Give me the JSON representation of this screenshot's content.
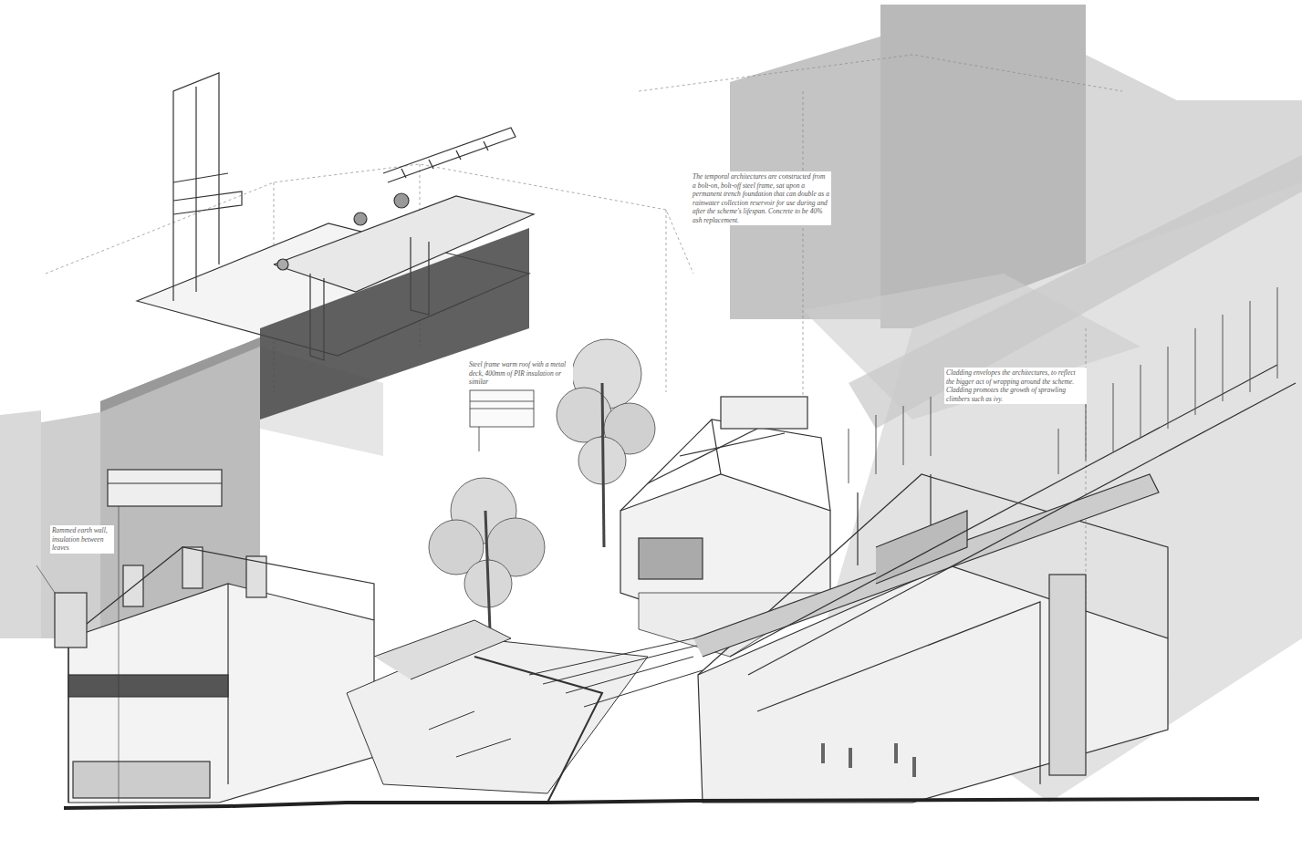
{
  "diagram": {
    "labels": [
      "The temporal architectures are constructed from a bolt-on, bolt-off steel frame, sat upon a permanent trench foundation that can double as a rainwater collection reservoir for use during and after the scheme's lifespan. Concrete to be 40% ash replacement.",
      "Steel frame warm roof with a metal deck, 400mm of PIR insulation or similar",
      "Rammed earth wall, insulation between leaves",
      "Cladding envelopes the architectures, to reflect the bigger act of wrapping around the scheme. Cladding promotes the growth of sprawling climbers such as ivy."
    ]
  }
}
